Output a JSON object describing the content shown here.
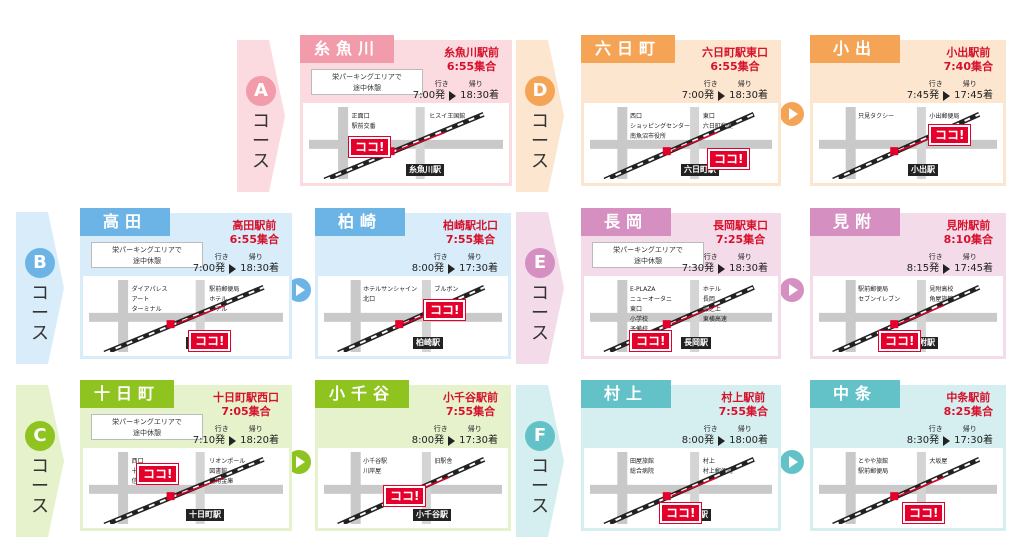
{
  "labels": {
    "depart": "行き",
    "return": "帰り",
    "koko": "ココ!"
  },
  "courses": [
    {
      "id": "a",
      "letter": "A",
      "kosu": [
        "コ",
        "ー",
        "ス"
      ],
      "color": "#f19bab",
      "light": "#fbdbe0",
      "stops": [
        {
          "name": "糸魚川",
          "meet1": "糸魚川駅前",
          "meet2": "6:55集合",
          "rest": [
            "栄パーキングエリアで",
            "途中休憩"
          ],
          "depart": "7:00発",
          "arrive": "18:30着",
          "labels": [
            "正面口",
            "ヒスイ王国館",
            "駅前交番"
          ],
          "station": "糸魚川駅"
        }
      ]
    },
    {
      "id": "b",
      "letter": "B",
      "kosu": [
        "コ",
        "ー",
        "ス"
      ],
      "color": "#6db4e6",
      "light": "#d8ecf9",
      "stops": [
        {
          "name": "高田",
          "meet1": "高田駅前",
          "meet2": "6:55集合",
          "rest": [
            "栄パーキングエリアで",
            "途中休憩"
          ],
          "depart": "7:00発",
          "arrive": "18:30着",
          "labels": [
            "ダイアパレス",
            "駅前郵便局",
            "アート",
            "ホテル",
            "ターミナル",
            "ホテル"
          ],
          "station": "高田駅"
        },
        {
          "name": "柏崎",
          "meet1": "柏崎駅北口",
          "meet2": "7:55集合",
          "depart": "8:00発",
          "arrive": "17:30着",
          "labels": [
            "ホテルサンシャイン",
            "ブルボン",
            "北口"
          ],
          "station": "柏崎駅"
        }
      ]
    },
    {
      "id": "c",
      "letter": "C",
      "kosu": [
        "コ",
        "ー",
        "ス"
      ],
      "color": "#8fc31f",
      "light": "#e5f2cc",
      "stops": [
        {
          "name": "十日町",
          "meet1": "十日町駅西口",
          "meet2": "7:05集合",
          "rest": [
            "栄パーキングエリアで",
            "途中休憩"
          ],
          "depart": "7:10発",
          "arrive": "18:20着",
          "labels": [
            "西口",
            "リオンポール",
            "十日町駅",
            "図書館",
            "信金",
            "信用金庫"
          ],
          "station": "十日町駅"
        },
        {
          "name": "小千谷",
          "meet1": "小千谷駅前",
          "meet2": "7:55集合",
          "depart": "8:00発",
          "arrive": "17:30着",
          "labels": [
            "小千谷駅",
            "旧駅舎",
            "川岸屋"
          ],
          "station": "小千谷駅"
        }
      ]
    },
    {
      "id": "d",
      "letter": "D",
      "kosu": [
        "コ",
        "ー",
        "ス"
      ],
      "color": "#f5a455",
      "light": "#fde6cf",
      "stops": [
        {
          "name": "六日町",
          "meet1": "六日町駅東口",
          "meet2": "6:55集合",
          "depart": "7:00発",
          "arrive": "18:30着",
          "labels": [
            "西口",
            "東口",
            "ショッピングセンター",
            "六日町郵便",
            "南魚沼市役所"
          ],
          "station": "六日町駅"
        },
        {
          "name": "小出",
          "meet1": "小出駅前",
          "meet2": "7:40集合",
          "depart": "7:45発",
          "arrive": "17:45着",
          "labels": [
            "只見タクシー",
            "小出郵便局"
          ],
          "station": "小出駅"
        }
      ]
    },
    {
      "id": "e",
      "letter": "E",
      "kosu": [
        "コ",
        "ー",
        "ス"
      ],
      "color": "#d58fc0",
      "light": "#f4dbea",
      "stops": [
        {
          "name": "長岡",
          "meet1": "長岡駅東口",
          "meet2": "7:25集合",
          "rest": [
            "栄パーキングエリアで",
            "途中休憩"
          ],
          "depart": "7:30発",
          "arrive": "18:30着",
          "labels": [
            "E-PLAZA",
            "ホテル",
            "ニューオータニ",
            "長岡",
            "東口",
            "殿之上",
            "小学校",
            "東横高速",
            "予備校"
          ],
          "station": "長岡駅"
        },
        {
          "name": "見附",
          "meet1": "見附駅前",
          "meet2": "8:10集合",
          "depart": "8:15発",
          "arrive": "17:45着",
          "labels": [
            "駅前郵便局",
            "見附高校",
            "セブンイレブン",
            "角屋旅館"
          ],
          "station": "見附駅"
        }
      ]
    },
    {
      "id": "f",
      "letter": "F",
      "kosu": [
        "コ",
        "ー",
        "ス"
      ],
      "color": "#62c2c8",
      "light": "#d5eff0",
      "stops": [
        {
          "name": "村上",
          "meet1": "村上駅前",
          "meet2": "7:55集合",
          "depart": "8:00発",
          "arrive": "18:00着",
          "labels": [
            "田屋旅館",
            "村上",
            "総合病院",
            "村上郵便局"
          ],
          "station": "村上駅"
        },
        {
          "name": "中条",
          "meet1": "中条駅前",
          "meet2": "8:25集合",
          "depart": "8:30発",
          "arrive": "17:30着",
          "labels": [
            "とやや旅館",
            "大坂屋",
            "駅前郵便局"
          ],
          "station": "中条駅"
        }
      ]
    }
  ]
}
